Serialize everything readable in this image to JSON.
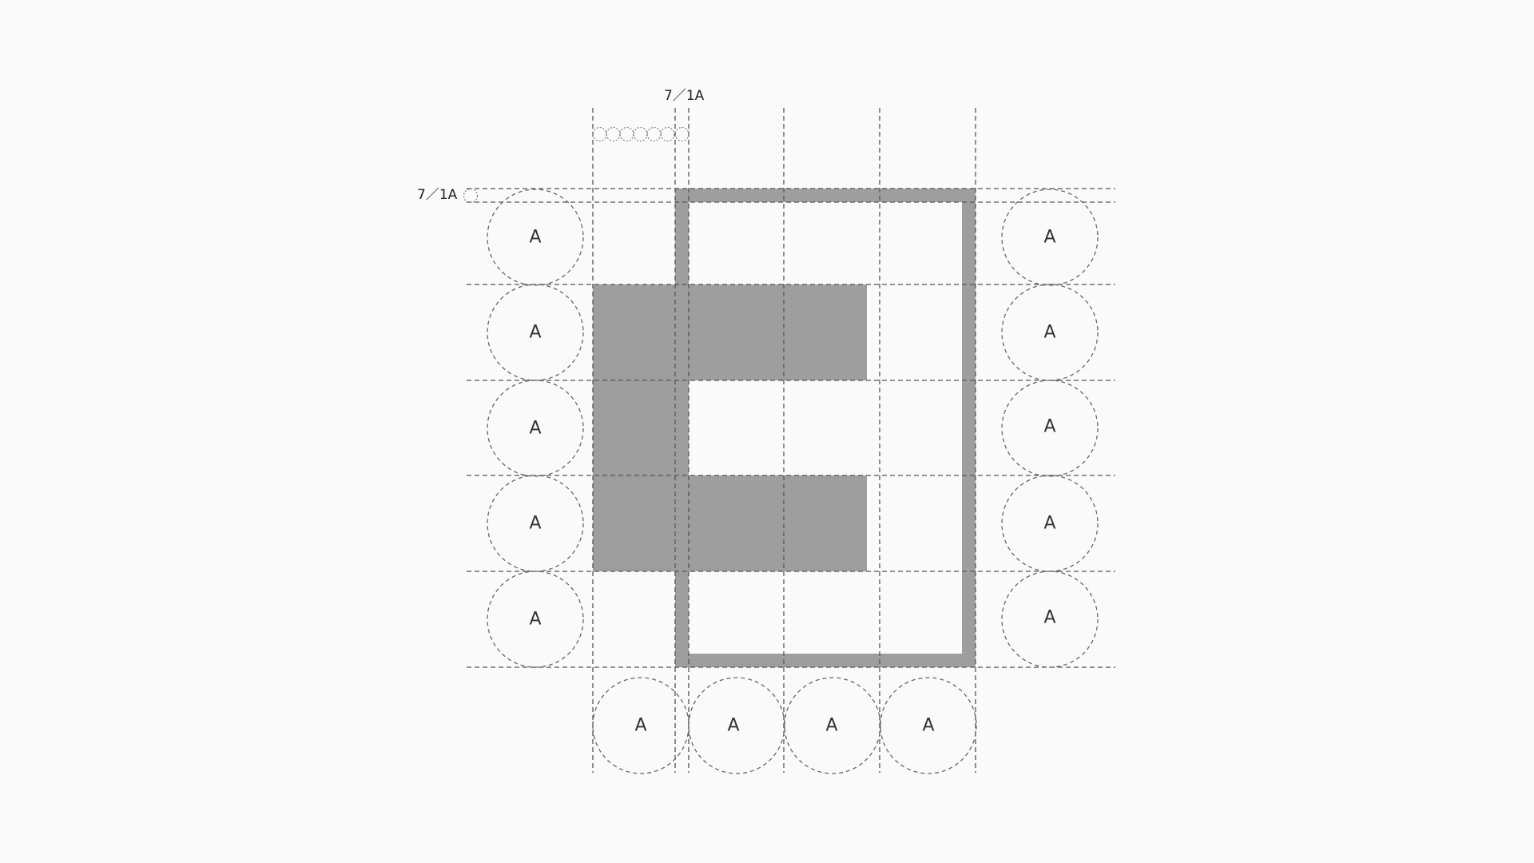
{
  "diagram": {
    "title": "Letter E construction grid",
    "annotation_top": "7／1A",
    "annotation_left": "7／1A",
    "circle_label": "A",
    "colors": {
      "background": "#fafafa",
      "fill": "#9e9e9f",
      "guide": "#555555"
    }
  }
}
